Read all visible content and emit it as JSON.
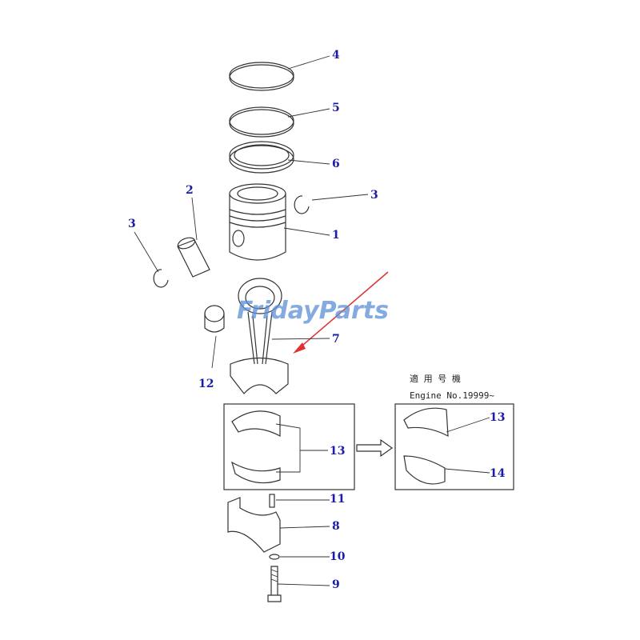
{
  "diagram": {
    "labels": {
      "ring_top": "4",
      "ring_second": "5",
      "ring_oil": "6",
      "snap_ring_right": "3",
      "piston_pin": "2",
      "snap_ring_left": "3",
      "piston": "1",
      "connecting_rod": "7",
      "bushing": "12",
      "bearing_old": "13",
      "bearing_new_upper": "13",
      "bearing_new_lower": "14",
      "dowel": "11",
      "cap": "8",
      "washer": "10",
      "bolt": "9"
    },
    "note": {
      "line1": "適 用 号 機",
      "line2": "Engine No.19999~"
    },
    "watermark": "FridayParts",
    "colors": {
      "label": "#1c1ca8",
      "arrow": "#e03030",
      "watermark": "#5b8fd6"
    }
  }
}
